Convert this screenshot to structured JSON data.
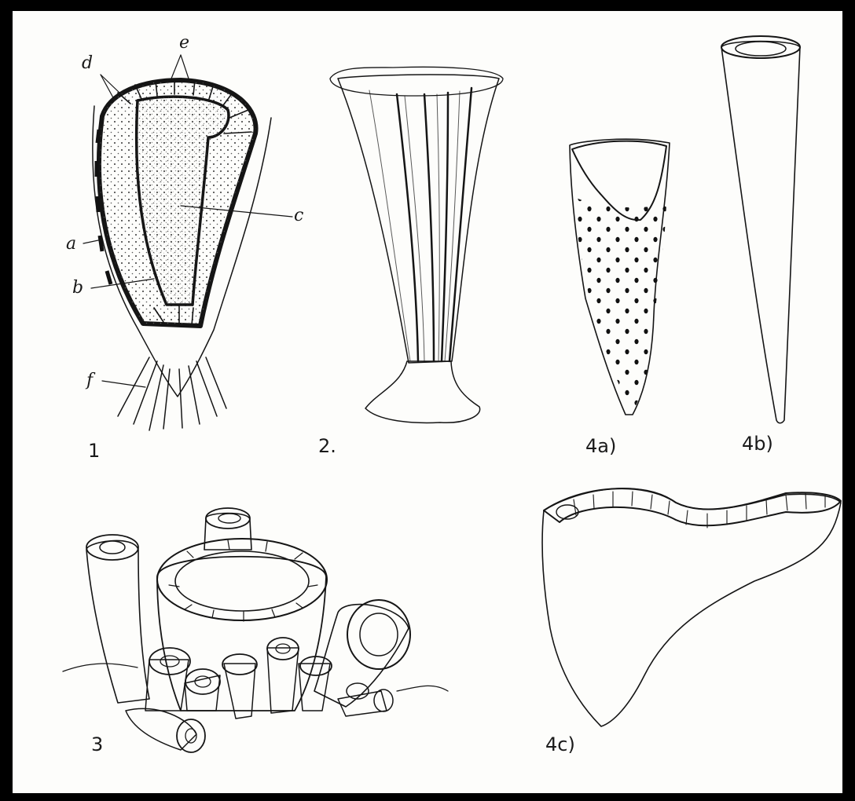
{
  "palette": {
    "background": "#000000",
    "paper": "#fdfdfb",
    "ink": "#151515"
  },
  "figure1": {
    "caption": "1",
    "labels": {
      "a": "a",
      "b": "b",
      "c": "c",
      "d": "d",
      "e": "e",
      "f": "f"
    }
  },
  "figure2": {
    "caption": "2."
  },
  "figure3": {
    "caption": "3"
  },
  "figure4a": {
    "caption": "4a)"
  },
  "figure4b": {
    "caption": "4b)"
  },
  "figure4c": {
    "caption": "4c)"
  }
}
